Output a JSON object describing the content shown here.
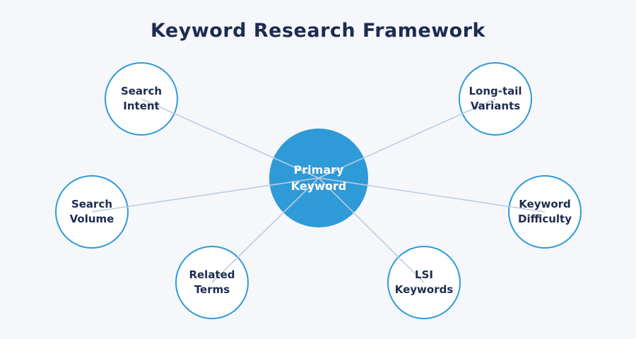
{
  "title": "Keyword Research Framework",
  "diagram": {
    "center": {
      "label": "Primary Keyword"
    },
    "nodes": [
      {
        "label": "Search Intent"
      },
      {
        "label": "Long-tail Variants"
      },
      {
        "label": "Search Volume"
      },
      {
        "label": "Keyword Difficulty"
      },
      {
        "label": "Related Terms"
      },
      {
        "label": "LSI Keywords"
      }
    ]
  },
  "colors": {
    "background": "#f5f7fb",
    "center_fill": "#2e9ad8",
    "center_text": "#ffffff",
    "node_fill": "#ffffff",
    "node_border": "#2e9ad8",
    "node_text": "#1d2b50",
    "title_text": "#1d2b50",
    "connector": "#becde0"
  }
}
